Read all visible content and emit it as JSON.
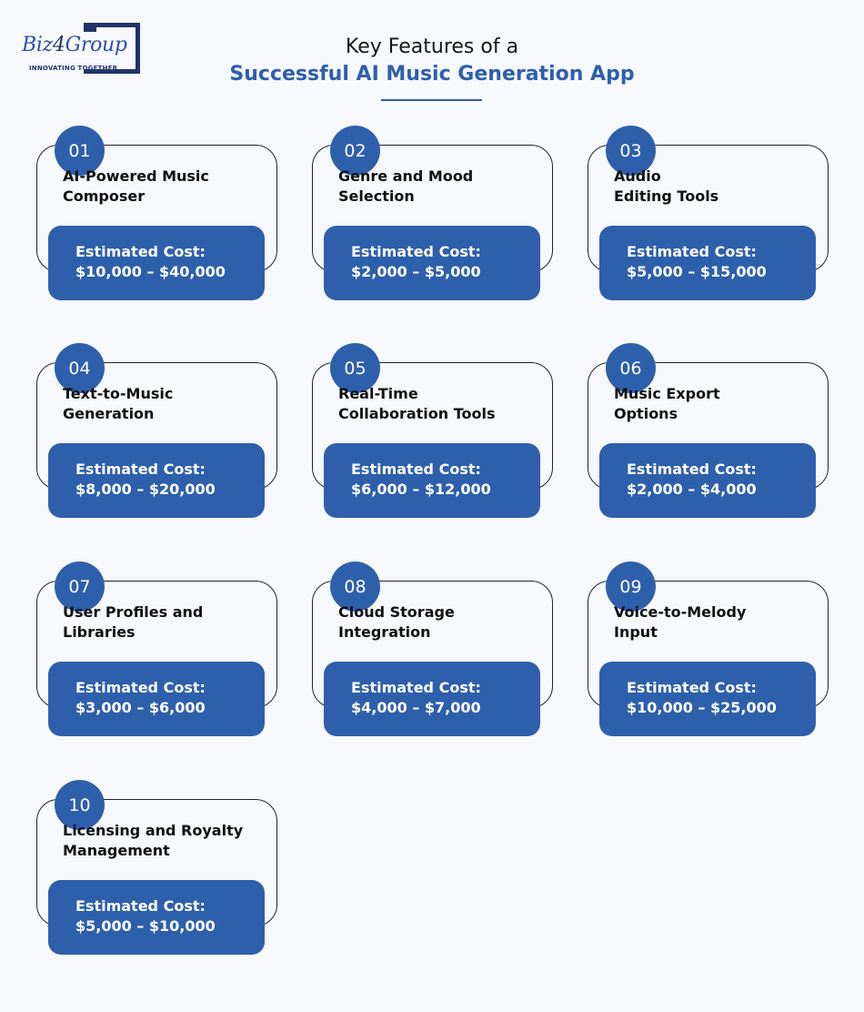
{
  "logo": {
    "wordmark_a": "Biz",
    "wordmark_b": "4",
    "wordmark_c": "Group",
    "tagline": "INNOVATING TOGETHER"
  },
  "header": {
    "line1": "Key Features of a",
    "line2": "Successful AI Music Generation App"
  },
  "colors": {
    "accent": "#2e5fab",
    "logo_dark": "#22346a",
    "background": "#f6f8fb"
  },
  "features": [
    {
      "number": "01",
      "title_line1": "AI-Powered Music",
      "title_line2": "Composer",
      "cost_label": "Estimated Cost:",
      "cost_range": "$10,000 – $40,000"
    },
    {
      "number": "02",
      "title_line1": "Genre and Mood",
      "title_line2": "Selection",
      "cost_label": "Estimated Cost:",
      "cost_range": "$2,000 – $5,000"
    },
    {
      "number": "03",
      "title_line1": "Audio",
      "title_line2": "Editing Tools",
      "cost_label": "Estimated Cost:",
      "cost_range": "$5,000 – $15,000"
    },
    {
      "number": "04",
      "title_line1": "Text-to-Music",
      "title_line2": "Generation",
      "cost_label": "Estimated Cost:",
      "cost_range": "$8,000 – $20,000"
    },
    {
      "number": "05",
      "title_line1": "Real-Time",
      "title_line2": "Collaboration Tools",
      "cost_label": "Estimated Cost:",
      "cost_range": "$6,000 – $12,000"
    },
    {
      "number": "06",
      "title_line1": "Music Export",
      "title_line2": "Options",
      "cost_label": "Estimated Cost:",
      "cost_range": "$2,000 – $4,000"
    },
    {
      "number": "07",
      "title_line1": "User Profiles and",
      "title_line2": "Libraries",
      "cost_label": "Estimated Cost:",
      "cost_range": "$3,000 – $6,000"
    },
    {
      "number": "08",
      "title_line1": "Cloud Storage",
      "title_line2": "Integration",
      "cost_label": "Estimated Cost:",
      "cost_range": "$4,000 – $7,000"
    },
    {
      "number": "09",
      "title_line1": "Voice-to-Melody",
      "title_line2": "Input",
      "cost_label": "Estimated Cost:",
      "cost_range": "$10,000 – $25,000"
    },
    {
      "number": "10",
      "title_line1": "Licensing and Royalty",
      "title_line2": "Management",
      "cost_label": "Estimated Cost:",
      "cost_range": "$5,000 – $10,000"
    }
  ]
}
